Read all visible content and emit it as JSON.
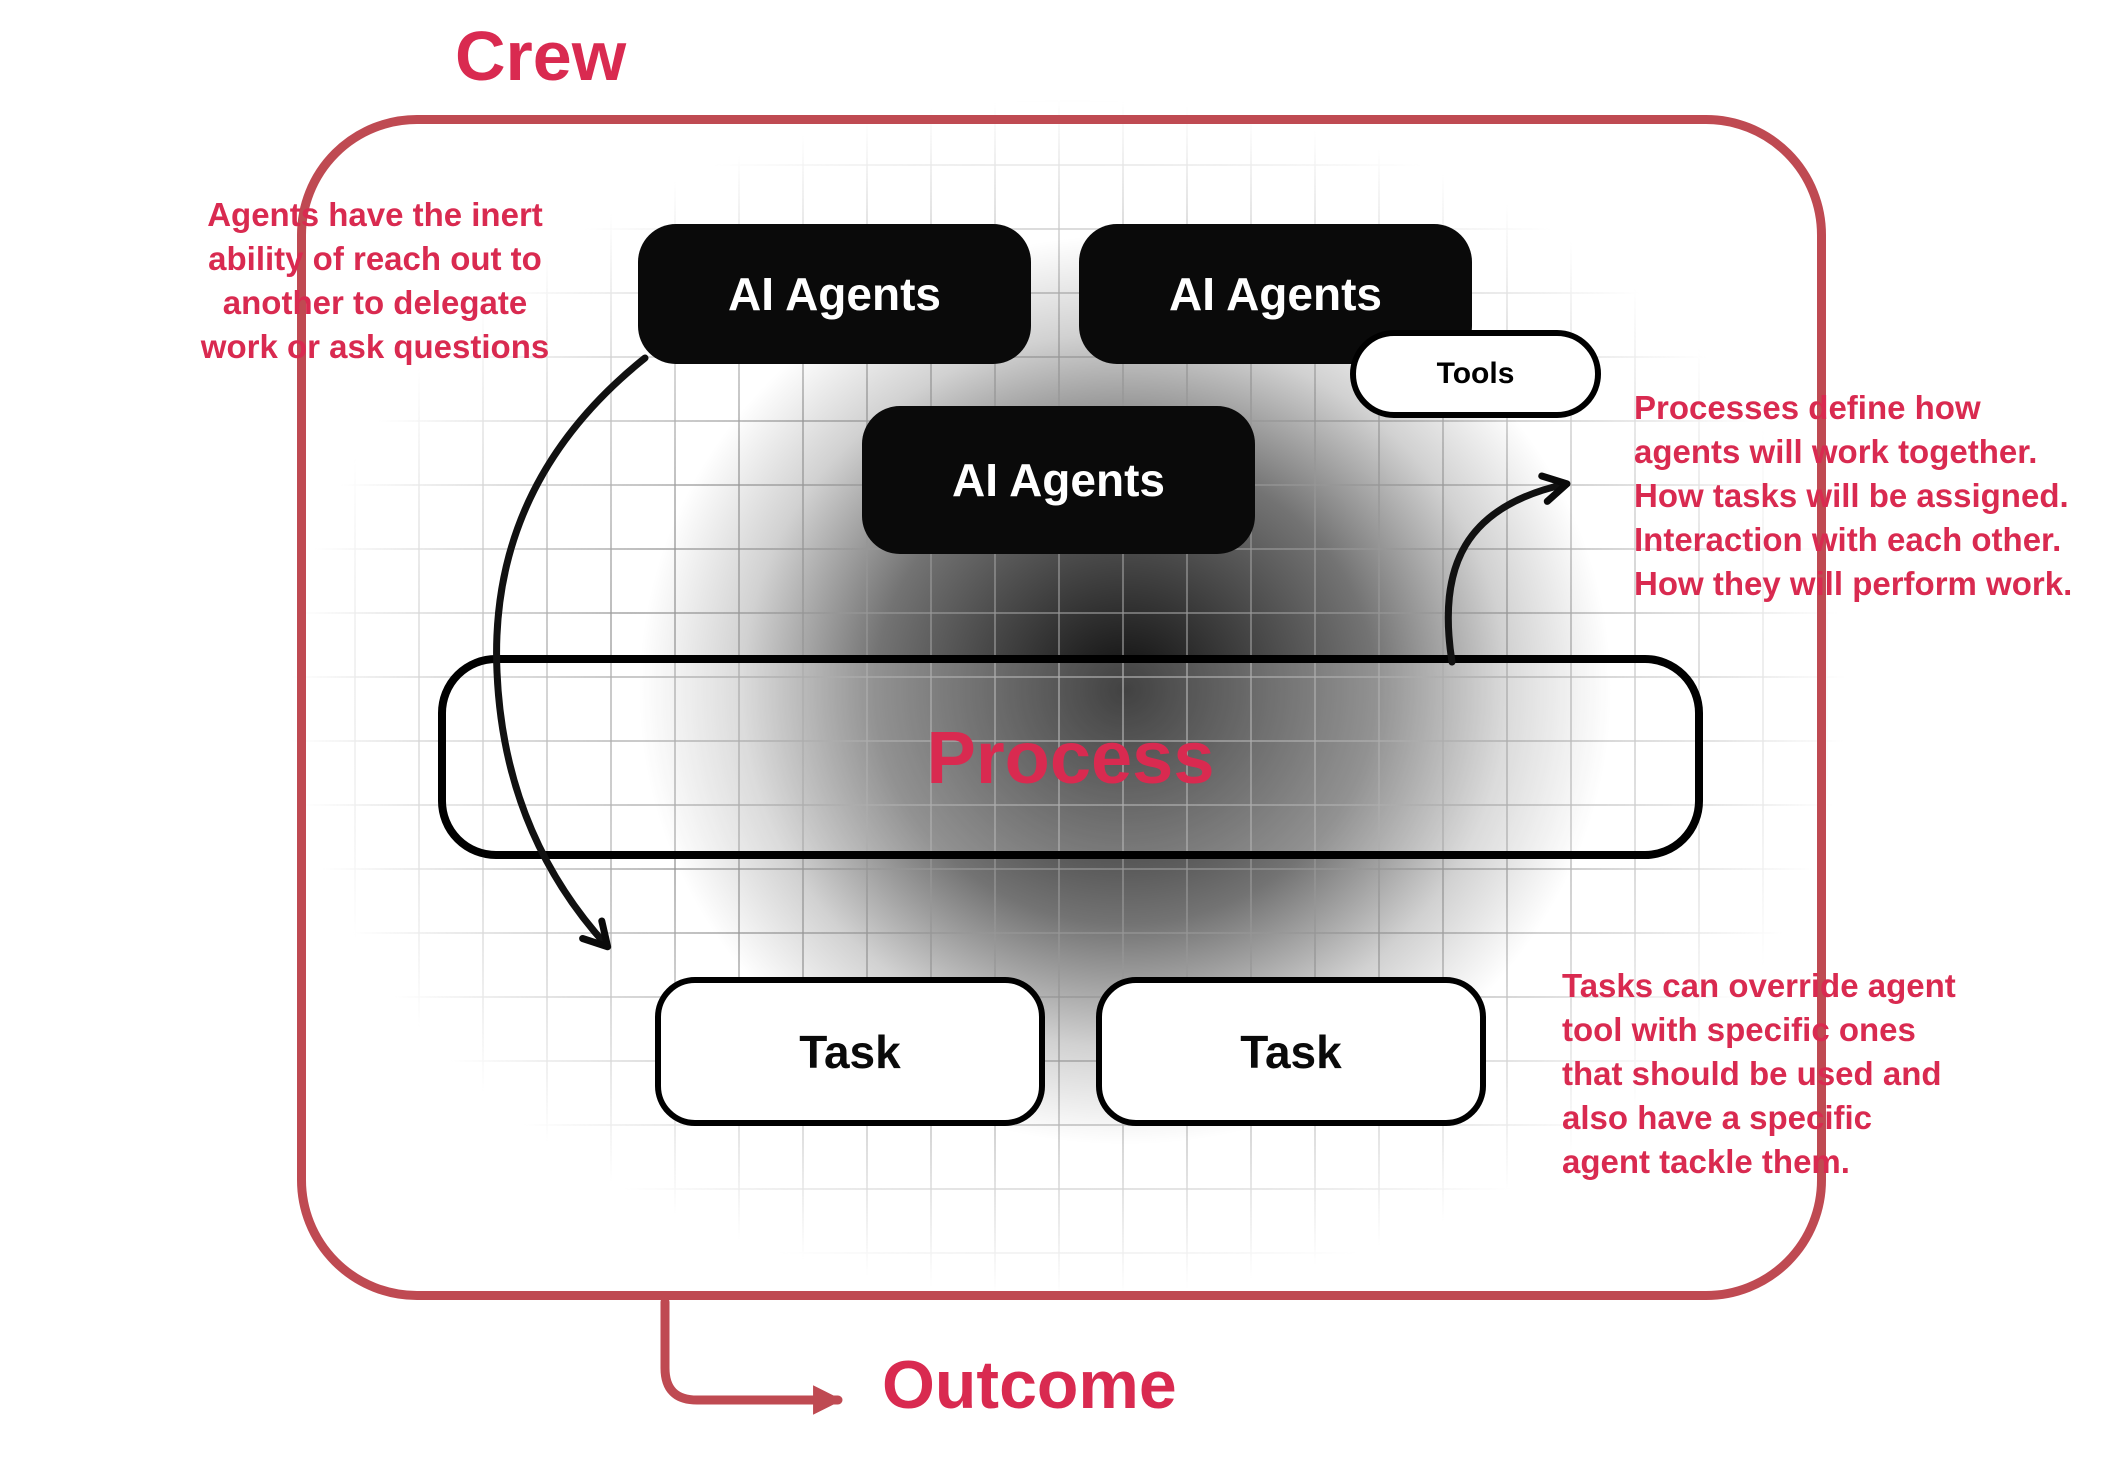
{
  "title": "Crew",
  "outcome": "Outcome",
  "nodes": {
    "agent1": "AI Agents",
    "agent2": "AI Agents",
    "agent3": "AI Agents",
    "tools": "Tools",
    "process": "Process",
    "task1": "Task",
    "task2": "Task"
  },
  "annotations": {
    "left": "Agents have the inert\nability of reach out to\nanother to delegate\nwork or ask questions",
    "right_top": "Processes define how\nagents will work together.\nHow tasks will be assigned.\nInteraction with each other.\nHow they will perform work.",
    "right_bottom": "Tasks can override agent\ntool with specific ones\nthat should be used and\nalso have a specific\nagent tackle them."
  },
  "colors": {
    "accent_text": "#d92a50",
    "crew_border": "#bf4a52",
    "node_black": "#0a0a0a"
  }
}
